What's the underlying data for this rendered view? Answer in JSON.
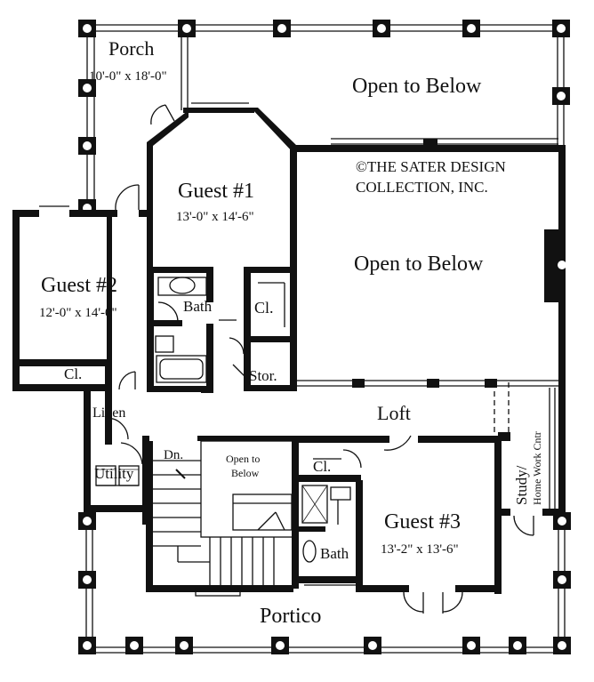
{
  "rooms": {
    "porch": {
      "name": "Porch",
      "size": "10'-0\" x 18'-0\""
    },
    "open_below_top": "Open to Below",
    "copyright": {
      "line1": "©THE SATER DESIGN",
      "line2": "COLLECTION, INC."
    },
    "guest1": {
      "name": "Guest #1",
      "size": "13'-0\" x 14'-6\""
    },
    "open_below_main": "Open to Below",
    "guest2": {
      "name": "Guest #2",
      "size": "12'-0\" x 14'-0\""
    },
    "bath1": "Bath",
    "closet1": "Cl.",
    "closet2": "Cl.",
    "storage": "Stor.",
    "linen": "Linen",
    "loft": "Loft",
    "utility": "Utility",
    "down": "Dn.",
    "open_stair": {
      "line1": "Open to",
      "line2": "Below"
    },
    "closet3": "Cl.",
    "study": {
      "line1": "Study/",
      "line2": "Home Work Cntr"
    },
    "guest3": {
      "name": "Guest #3",
      "size": "13'-2\" x 13'-6\""
    },
    "bath2": "Bath",
    "portico": "Portico"
  },
  "colors": {
    "ink": "#111111",
    "paper": "#ffffff"
  }
}
